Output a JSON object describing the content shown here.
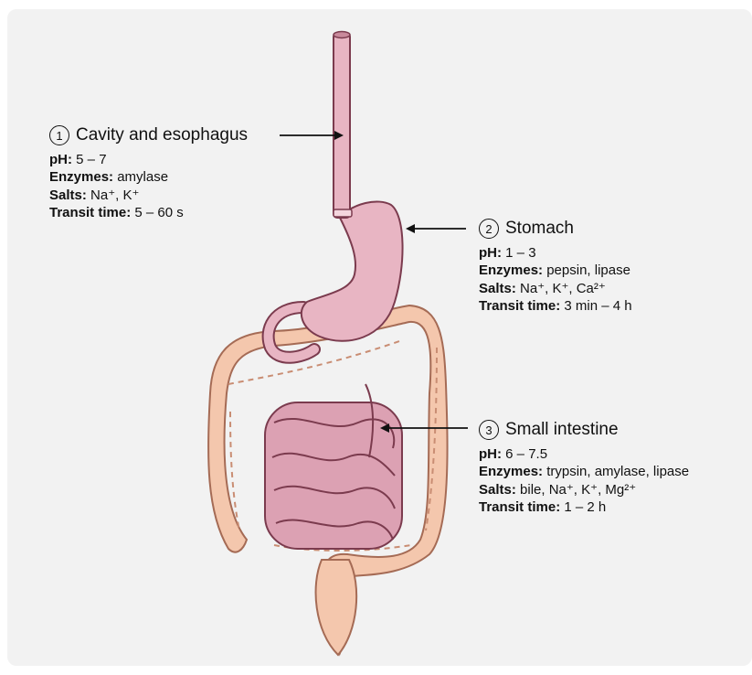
{
  "regions": [
    {
      "number": "1",
      "name": "Cavity and esophagus",
      "ph_label": "pH:",
      "ph_value": "5 – 7",
      "enzymes_label": "Enzymes:",
      "enzymes_value": "amylase",
      "salts_label": "Salts:",
      "salts_value": "Na⁺, K⁺",
      "transit_label": "Transit time:",
      "transit_value": "5 – 60 s"
    },
    {
      "number": "2",
      "name": "Stomach",
      "ph_label": "pH:",
      "ph_value": "1 – 3",
      "enzymes_label": "Enzymes:",
      "enzymes_value": "pepsin, lipase",
      "salts_label": "Salts:",
      "salts_value": "Na⁺, K⁺, Ca²⁺",
      "transit_label": "Transit time:",
      "transit_value": "3 min – 4 h"
    },
    {
      "number": "3",
      "name": "Small intestine",
      "ph_label": "pH:",
      "ph_value": "6 – 7.5",
      "enzymes_label": "Enzymes:",
      "enzymes_value": "trypsin, amylase, lipase",
      "salts_label": "Salts:",
      "salts_value": "bile, Na⁺, K⁺, Mg²⁺",
      "transit_label": "Transit time:",
      "transit_value": "1 – 2 h"
    }
  ],
  "colors": {
    "background": "#f2f2f2",
    "esophagus_stomach": "#e8b5c3",
    "outline": "#7b3b4e",
    "small_intestine": "#dca1b3",
    "large_intestine": "#f4c7ad",
    "arrow": "#111111"
  }
}
